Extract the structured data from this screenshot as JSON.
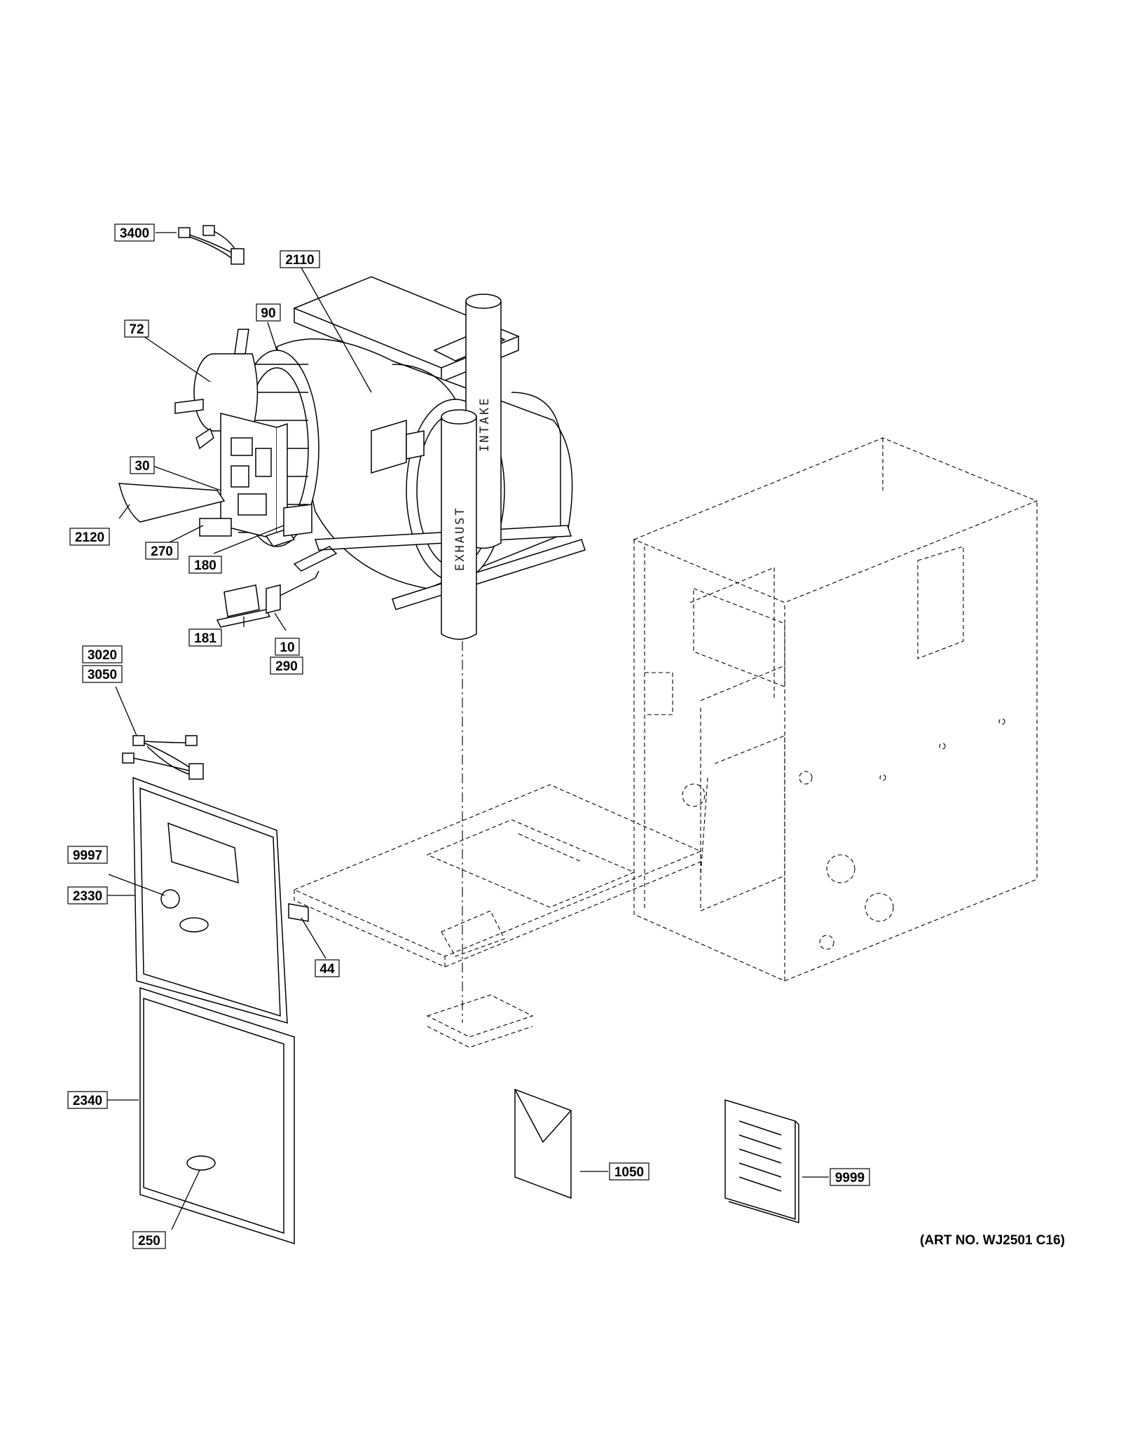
{
  "callouts": [
    {
      "id": "3400",
      "label": "3400"
    },
    {
      "id": "2110",
      "label": "2110"
    },
    {
      "id": "90",
      "label": "90"
    },
    {
      "id": "72",
      "label": "72"
    },
    {
      "id": "30",
      "label": "30"
    },
    {
      "id": "2120",
      "label": "2120"
    },
    {
      "id": "270",
      "label": "270"
    },
    {
      "id": "180",
      "label": "180"
    },
    {
      "id": "181",
      "label": "181"
    },
    {
      "id": "10",
      "label": "10"
    },
    {
      "id": "290",
      "label": "290"
    },
    {
      "id": "3020",
      "label": "3020"
    },
    {
      "id": "3050",
      "label": "3050"
    },
    {
      "id": "9997",
      "label": "9997"
    },
    {
      "id": "2330",
      "label": "2330"
    },
    {
      "id": "44",
      "label": "44"
    },
    {
      "id": "2340",
      "label": "2340"
    },
    {
      "id": "250",
      "label": "250"
    },
    {
      "id": "1050",
      "label": "1050"
    },
    {
      "id": "9999",
      "label": "9999"
    }
  ],
  "pipe_labels": {
    "intake": "INTAKE",
    "exhaust": "EXHAUST"
  },
  "art_number": "(ART NO. WJ2501 C16)"
}
